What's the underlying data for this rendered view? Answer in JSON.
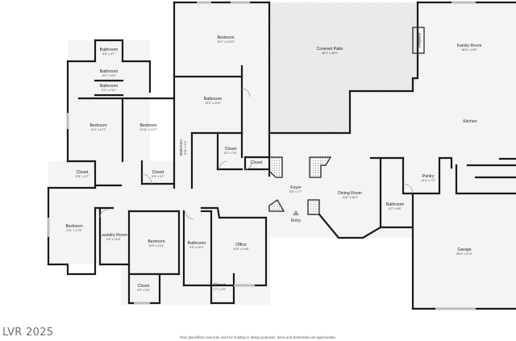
{
  "rooms": [
    {
      "key": "bath-top",
      "name": "Bathroom",
      "dim": "5'6\" x 4'7\""
    },
    {
      "key": "bath-mid",
      "name": "Bathroom",
      "dim": "10'7\" x 8'3\""
    },
    {
      "key": "bath-small",
      "name": "Bathroom",
      "dim": "5'3\" x 2'10\""
    },
    {
      "key": "bed-left",
      "name": "Bedroom",
      "dim": "11'2\" x 12'7\""
    },
    {
      "key": "bed-mid",
      "name": "Bedroom",
      "dim": "10'11\" x 12'7\""
    },
    {
      "key": "bed-top",
      "name": "Bedroom",
      "dim": "19'1\" x 13'10\""
    },
    {
      "key": "bath-master",
      "name": "Bathroom",
      "dim": "13'2\" x 22'9\""
    },
    {
      "key": "bath-vertical",
      "name": "Bathroom",
      "dim": "5'11\" x 5'2\""
    },
    {
      "key": "closet-master",
      "name": "Closet",
      "dim": "5'2\" x 7'5\""
    },
    {
      "key": "closet-hall",
      "name": "Closet",
      "dim": ""
    },
    {
      "key": "closet-left",
      "name": "Closet",
      "dim": "3'11\" x 5'7\""
    },
    {
      "key": "closet-mid",
      "name": "Closet",
      "dim": "6'9\" x 3'1\""
    },
    {
      "key": "patio",
      "name": "Covered Patio",
      "dim": "36'4\" x 26'9\""
    },
    {
      "key": "family",
      "name": "Family Room",
      "dim": "18'6\" x 19'5\""
    },
    {
      "key": "kitchen",
      "name": "Kitchen",
      "dim": ""
    },
    {
      "key": "foyer",
      "name": "Foyer",
      "dim": "8'6\" x 7'7\""
    },
    {
      "key": "dining",
      "name": "Dining Room",
      "dim": "12'8\" x 16'3\""
    },
    {
      "key": "bath-right",
      "name": "Bathroom",
      "dim": "6'2\" x 8'8\""
    },
    {
      "key": "pantry",
      "name": "Pantry",
      "dim": "10'4\" x 7'4\""
    },
    {
      "key": "garage",
      "name": "Garage",
      "dim": "26'4\" x 21'6\""
    },
    {
      "key": "bed-bl",
      "name": "Bedroom",
      "dim": "9'11\" x 17'6\""
    },
    {
      "key": "laundry",
      "name": "Laundry Room",
      "dim": "6'8\" x 10'8\""
    },
    {
      "key": "bed-bm",
      "name": "Bedroom",
      "dim": "10'5\" x 15'1\""
    },
    {
      "key": "bath-bm",
      "name": "Bathroom",
      "dim": "5'5\" x 15'1\""
    },
    {
      "key": "office",
      "name": "Office",
      "dim": "10'5\" x 14'8\""
    },
    {
      "key": "closet-bm",
      "name": "Closet",
      "dim": "3'9\" x 5'4\""
    },
    {
      "key": "closet-br",
      "name": "Closet",
      "dim": "1'7\" x 4'9\""
    }
  ],
  "labels": {
    "fireplace": "Fireplace",
    "entry": "Entry"
  },
  "watermark": "LVR 2025",
  "disclaimer": "Floor plans/floor cannot be used for building or design purposes. Sizes and dimensions are approximate."
}
